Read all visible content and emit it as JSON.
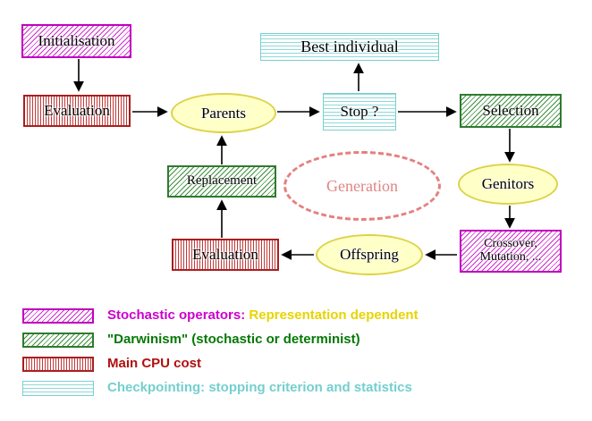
{
  "diagram": {
    "nodes": {
      "initialisation": {
        "label": "Initialisation"
      },
      "best_individual": {
        "label": "Best individual"
      },
      "evaluation_top": {
        "label": "Evaluation"
      },
      "parents": {
        "label": "Parents"
      },
      "stop": {
        "label": "Stop ?"
      },
      "selection": {
        "label": "Selection"
      },
      "replacement": {
        "label": "Replacement"
      },
      "generation": {
        "label": "Generation"
      },
      "genitors": {
        "label": "Genitors"
      },
      "crossover": {
        "line1": "Crossover,",
        "line2": "Mutation, ..."
      },
      "offspring": {
        "label": "Offspring"
      },
      "evaluation_bottom": {
        "label": "Evaluation"
      }
    },
    "legend": [
      {
        "text": "Stochastic operators:",
        "text2": "Representation dependent"
      },
      {
        "text": "\"Darwinism\" (stochastic or determinist)"
      },
      {
        "text": "Main CPU cost"
      },
      {
        "text": "Checkpointing: stopping criterion and statistics"
      }
    ],
    "colors": {
      "magenta": "#cc00cc",
      "green": "#2f7a2f",
      "red": "#b01010",
      "cyan": "#79cfcf",
      "ellipse_fill": "#ffffc8",
      "ellipse_border": "#ddd348",
      "generation_dashed": "#e57f7f",
      "legend_yellow": "#e8d400",
      "arrow": "#000000"
    }
  }
}
